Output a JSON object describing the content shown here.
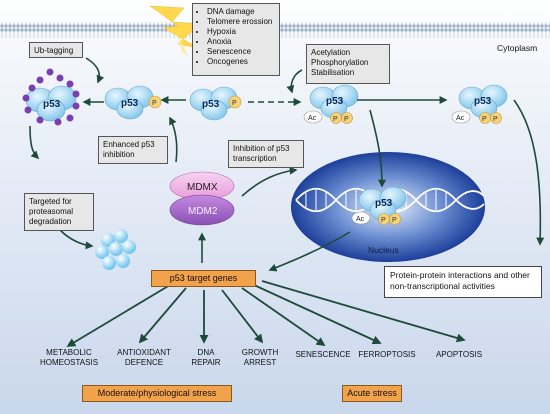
{
  "region_labels": {
    "cytoplasm": "Cytoplasm",
    "nucleus": "Nucleus"
  },
  "stress_inputs": [
    "DNA damage",
    "Telomere erossion",
    "Hypoxia",
    "Anoxia",
    "Senescence",
    "Oncogenes"
  ],
  "modifications": [
    "Acetylation",
    "Phosphorylation",
    "Stabilisation"
  ],
  "boxes": {
    "ub_tagging": "Ub-tagging",
    "enhanced_inhibition": "Enhanced p53 inhibition",
    "inhibition_transcription": "Inhibition of p53 transcription",
    "proteasomal": "Targeted for proteasomal degradation",
    "protein_interactions": "Protein-protein interactions and other non-transcriptional activities"
  },
  "proteins": {
    "p53": "p53",
    "mdmx": "MDMX",
    "mdm2": "MDM2",
    "phospho": "P",
    "acetyl": "Ac"
  },
  "target_genes": "p53 target genes",
  "outcomes": [
    "METABOLIC HOMEOSTASIS",
    "ANTIOXIDANT DEFENCE",
    "DNA REPAIR",
    "GROWTH ARREST",
    "SENESCENCE",
    "FERROPTOSIS",
    "APOPTOSIS"
  ],
  "stress_levels": {
    "moderate": "Moderate/physiological stress",
    "acute": "Acute stress"
  }
}
